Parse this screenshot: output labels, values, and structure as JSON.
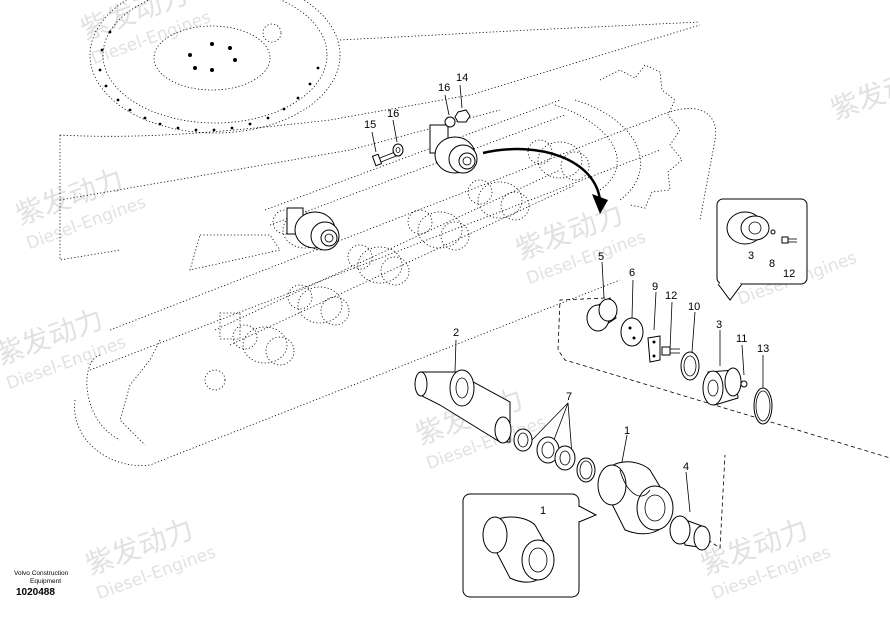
{
  "watermark": {
    "brand": "紫发动力",
    "sub": "Diesel-Engines"
  },
  "maker": {
    "line1": "Volvo Construction",
    "line2": "Equipment",
    "diagram_number": "1020488"
  },
  "callouts": {
    "c1a": "1",
    "c1b": "1",
    "c2": "2",
    "c3a": "3",
    "c3b": "3",
    "c4": "4",
    "c5": "5",
    "c6": "6",
    "c7": "7",
    "c8": "8",
    "c9": "9",
    "c10": "10",
    "c11": "11",
    "c12a": "12",
    "c12b": "12",
    "c13": "13",
    "c14": "14",
    "c15": "15",
    "c16": "16"
  }
}
